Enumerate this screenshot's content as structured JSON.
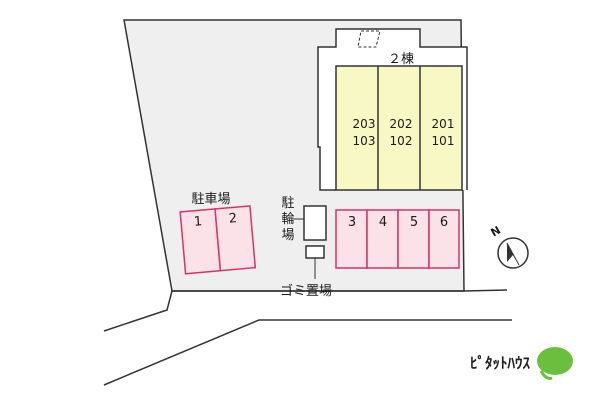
{
  "map": {
    "building_name": "２棟",
    "units_upper": [
      "203",
      "202",
      "201"
    ],
    "units_lower": [
      "103",
      "102",
      "101"
    ],
    "parking_label": "駐車場",
    "parking_spaces_left": [
      "1",
      "2"
    ],
    "parking_spaces_right": [
      "3",
      "4",
      "5",
      "6"
    ],
    "bicycle_label": [
      "駐",
      "輪",
      "場"
    ],
    "garbage_label": "ゴミ置場",
    "north_label": "N"
  },
  "brand": {
    "text": "ﾋﾟﾀｯﾄﾊｳｽ"
  },
  "colors": {
    "lot": "#efefef",
    "building": "#f8f8c4",
    "parking_fill": "#fbe1e8",
    "parking_stroke": "#d6336c",
    "brand_green": "#6abf3f"
  }
}
